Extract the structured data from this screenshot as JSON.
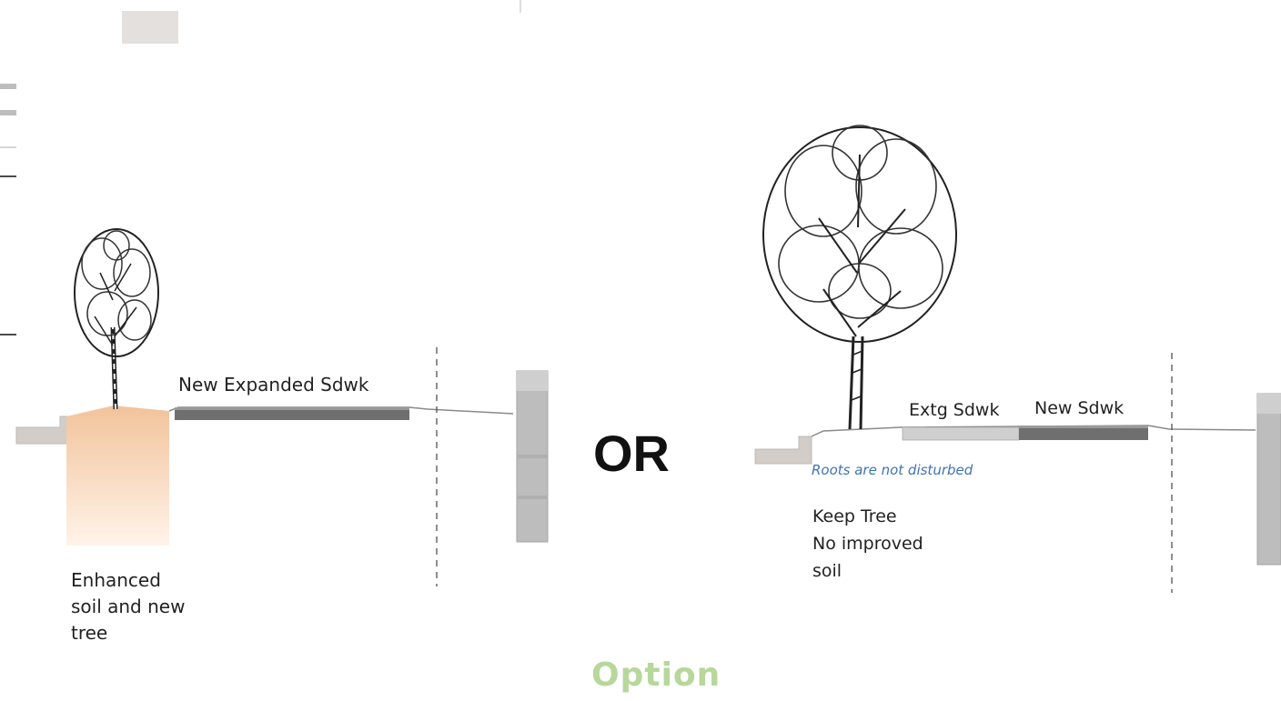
{
  "left_section": {
    "new_expanded_sidewalk_label": "New Expanded Sdwk",
    "tree_note": "Enhanced\nsoil and new\ntree"
  },
  "divider_text": "OR",
  "right_section": {
    "existing_sidewalk_label": "Extg Sdwk",
    "new_sidewalk_label": "New Sdwk",
    "roots_note": "Roots are not disturbed",
    "tree_note": "Keep Tree\nNo improved\nsoil"
  },
  "footer_text": "Option",
  "colors": {
    "soil_gradient_top": "#f3c7a1",
    "soil_gradient_bottom": "#fff1e6",
    "new_sidewalk": "#6f6f6f",
    "existing_sidewalk": "#cfcfcf",
    "curb": "#cfcac6",
    "building": "#bdbdbd",
    "roots_text": "#3f73b5",
    "option_text": "#b7d79b"
  }
}
